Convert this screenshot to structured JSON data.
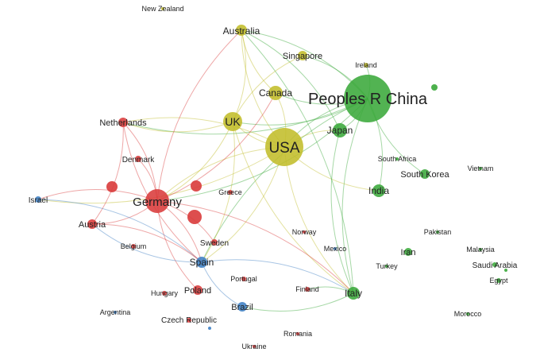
{
  "network": {
    "nodes": [
      {
        "id": "china",
        "label": "Peoples R China",
        "cluster": "green",
        "weight": 10
      },
      {
        "id": "usa",
        "label": "USA",
        "cluster": "yellow",
        "weight": 8
      },
      {
        "id": "germany",
        "label": "Germany",
        "cluster": "red",
        "weight": 5
      },
      {
        "id": "uk",
        "label": "UK",
        "cluster": "yellow",
        "weight": 4
      },
      {
        "id": "australia",
        "label": "Australia",
        "cluster": "yellow",
        "weight": 3
      },
      {
        "id": "canada",
        "label": "Canada",
        "cluster": "yellow",
        "weight": 3
      },
      {
        "id": "singapore",
        "label": "Singapore",
        "cluster": "yellow",
        "weight": 2
      },
      {
        "id": "japan",
        "label": "Japan",
        "cluster": "green",
        "weight": 3
      },
      {
        "id": "india",
        "label": "India",
        "cluster": "green",
        "weight": 3
      },
      {
        "id": "southkorea",
        "label": "South Korea",
        "cluster": "green",
        "weight": 2
      },
      {
        "id": "italy",
        "label": "Italy",
        "cluster": "green",
        "weight": 3
      },
      {
        "id": "iran",
        "label": "Iran",
        "cluster": "green",
        "weight": 2
      },
      {
        "id": "spain",
        "label": "Spain",
        "cluster": "blue",
        "weight": 3
      },
      {
        "id": "brazil",
        "label": "Brazil",
        "cluster": "blue",
        "weight": 2
      },
      {
        "id": "israel",
        "label": "Israel",
        "cluster": "blue",
        "weight": 1
      },
      {
        "id": "netherlands",
        "label": "Netherlands",
        "cluster": "red",
        "weight": 2
      },
      {
        "id": "denmark",
        "label": "Denmark",
        "cluster": "red",
        "weight": 1
      },
      {
        "id": "austria",
        "label": "Austria",
        "cluster": "red",
        "weight": 2
      },
      {
        "id": "poland",
        "label": "Poland",
        "cluster": "red",
        "weight": 2
      },
      {
        "id": "sweden",
        "label": "Sweden",
        "cluster": "red",
        "weight": 1
      },
      {
        "id": "greece",
        "label": "Greece",
        "cluster": "red",
        "weight": 1
      },
      {
        "id": "belgium",
        "label": "Belgium",
        "cluster": "red",
        "weight": 1
      },
      {
        "id": "hungary",
        "label": "Hungary",
        "cluster": "red",
        "weight": 1
      },
      {
        "id": "czech",
        "label": "Czech Republic",
        "cluster": "red",
        "weight": 1
      },
      {
        "id": "portugal",
        "label": "Portugal",
        "cluster": "red",
        "weight": 1
      },
      {
        "id": "finland",
        "label": "Finland",
        "cluster": "red",
        "weight": 1
      },
      {
        "id": "norway",
        "label": "Norway",
        "cluster": "red",
        "weight": 1
      },
      {
        "id": "romania",
        "label": "Romania",
        "cluster": "red",
        "weight": 1
      },
      {
        "id": "ukraine",
        "label": "Ukraine",
        "cluster": "red",
        "weight": 1
      },
      {
        "id": "argentina",
        "label": "Argentina",
        "cluster": "blue",
        "weight": 1
      },
      {
        "id": "mexico",
        "label": "Mexico",
        "cluster": "blue",
        "weight": 1
      },
      {
        "id": "ireland",
        "label": "Ireland",
        "cluster": "yellow",
        "weight": 1
      },
      {
        "id": "newzealand",
        "label": "New Zealand",
        "cluster": "yellow",
        "weight": 1
      },
      {
        "id": "southafrica",
        "label": "South Africa",
        "cluster": "green",
        "weight": 1
      },
      {
        "id": "vietnam",
        "label": "Vietnam",
        "cluster": "green",
        "weight": 1
      },
      {
        "id": "pakistan",
        "label": "Pakistan",
        "cluster": "green",
        "weight": 1
      },
      {
        "id": "malaysia",
        "label": "Malaysia",
        "cluster": "green",
        "weight": 1
      },
      {
        "id": "saudiarabia",
        "label": "Saudi Arabia",
        "cluster": "green",
        "weight": 1
      },
      {
        "id": "egypt",
        "label": "Egypt",
        "cluster": "green",
        "weight": 1
      },
      {
        "id": "turkey",
        "label": "Turkey",
        "cluster": "green",
        "weight": 1
      },
      {
        "id": "morocco",
        "label": "Morocco",
        "cluster": "green",
        "weight": 1
      }
    ],
    "edges": [
      [
        "china",
        "usa"
      ],
      [
        "china",
        "uk"
      ],
      [
        "china",
        "australia"
      ],
      [
        "china",
        "canada"
      ],
      [
        "china",
        "singapore"
      ],
      [
        "china",
        "japan"
      ],
      [
        "china",
        "southkorea"
      ],
      [
        "china",
        "india"
      ],
      [
        "china",
        "italy"
      ],
      [
        "china",
        "germany"
      ],
      [
        "china",
        "spain"
      ],
      [
        "china",
        "netherlands"
      ],
      [
        "china",
        "ireland"
      ],
      [
        "usa",
        "uk"
      ],
      [
        "usa",
        "germany"
      ],
      [
        "usa",
        "australia"
      ],
      [
        "usa",
        "canada"
      ],
      [
        "usa",
        "japan"
      ],
      [
        "usa",
        "italy"
      ],
      [
        "usa",
        "spain"
      ],
      [
        "usa",
        "netherlands"
      ],
      [
        "usa",
        "israel"
      ],
      [
        "usa",
        "india"
      ],
      [
        "uk",
        "germany"
      ],
      [
        "uk",
        "australia"
      ],
      [
        "uk",
        "netherlands"
      ],
      [
        "uk",
        "italy"
      ],
      [
        "uk",
        "spain"
      ],
      [
        "germany",
        "netherlands"
      ],
      [
        "germany",
        "austria"
      ],
      [
        "germany",
        "denmark"
      ],
      [
        "germany",
        "spain"
      ],
      [
        "germany",
        "poland"
      ],
      [
        "germany",
        "italy"
      ],
      [
        "germany",
        "israel"
      ],
      [
        "germany",
        "australia"
      ],
      [
        "germany",
        "canada"
      ],
      [
        "germany",
        "sweden"
      ],
      [
        "spain",
        "brazil"
      ],
      [
        "spain",
        "italy"
      ],
      [
        "spain",
        "israel"
      ],
      [
        "spain",
        "austria"
      ],
      [
        "italy",
        "finland"
      ],
      [
        "italy",
        "japan"
      ],
      [
        "italy",
        "australia"
      ],
      [
        "italy",
        "brazil"
      ],
      [
        "japan",
        "australia"
      ],
      [
        "canada",
        "australia"
      ],
      [
        "singapore",
        "uk"
      ],
      [
        "netherlands",
        "austria"
      ],
      [
        "netherlands",
        "spain"
      ],
      [
        "austria",
        "spain"
      ]
    ]
  },
  "colors": {
    "green": "#3aa83a",
    "yellow": "#c2bd2a",
    "red": "#d93b3b",
    "blue": "#3d7fc4"
  }
}
